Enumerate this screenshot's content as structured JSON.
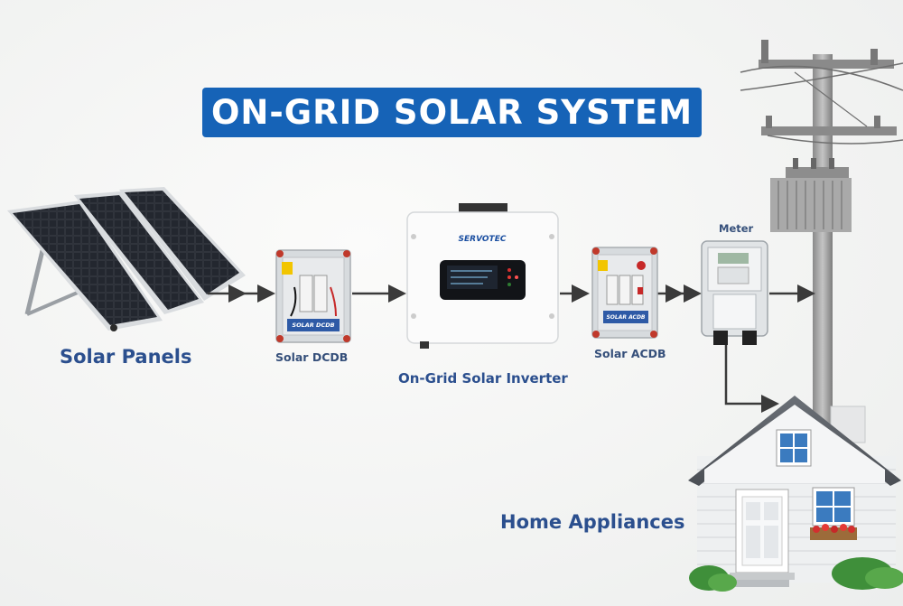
{
  "title": "ON-GRID SOLAR SYSTEM",
  "labels": {
    "solar_panels": "Solar Panels",
    "dcdb": "Solar DCDB",
    "inverter": "On-Grid Solar Inverter",
    "acdb": "Solar ACDB",
    "meter": "Meter",
    "home": "Home Appliances"
  },
  "device_text": {
    "inverter_brand": "SERVOTEC",
    "dcdb_plate": "SOLAR DCDB",
    "acdb_plate": "SOLAR ACDB"
  },
  "colors": {
    "title_bg": "#1663b7",
    "title_text": "#ffffff",
    "label_text": "#2b4f8e",
    "arrow": "#3a3a3a"
  }
}
